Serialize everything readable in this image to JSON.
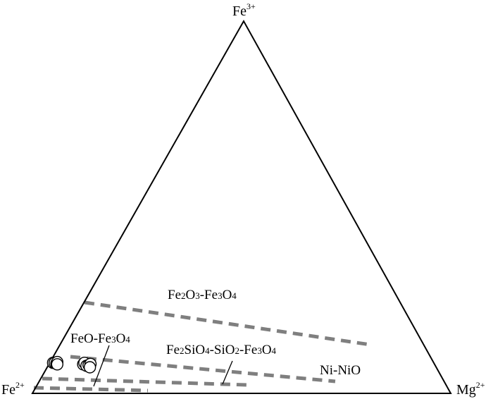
{
  "chart_data": {
    "type": "scatter",
    "diagram": "ternary",
    "title": "",
    "vertices": {
      "top": {
        "base": "Fe",
        "sup": "3+"
      },
      "left": {
        "base": "Fe",
        "sup": "2+"
      },
      "right": {
        "base": "Mg",
        "sup": "2+"
      }
    },
    "buffer_lines": [
      {
        "segments": [
          [
            "Fe",
            "2",
            false
          ],
          [
            "O",
            "3",
            false
          ],
          [
            "-Fe",
            "3",
            false
          ],
          [
            "O",
            "4",
            true
          ]
        ],
        "line": [
          [
            0.225,
            0.98
          ],
          [
            0.22,
            0.24
          ]
        ]
      },
      {
        "segments": [
          [
            "Fe",
            "2",
            false
          ],
          [
            "SiO",
            "4",
            false
          ],
          [
            "-SiO",
            "2",
            false
          ],
          [
            "-Fe",
            "3",
            false
          ],
          [
            "O",
            "4",
            true
          ]
        ],
        "line": [
          [
            0.035,
            0.98
          ],
          [
            0.085,
            0.53
          ]
        ]
      },
      {
        "segments": [
          [
            "Ni-NiO",
            "",
            false
          ]
        ],
        "line": [
          [
            0.04,
            0.96
          ],
          [
            0.07,
            0.48
          ]
        ]
      },
      {
        "segments": [
          [
            "FeO-Fe",
            "3",
            false
          ],
          [
            "O",
            "4",
            true
          ]
        ],
        "line": [
          [
            0.015,
            0.985
          ],
          [
            0.015,
            0.64
          ]
        ]
      }
    ],
    "points": [
      {
        "fe3": 0.082,
        "fe2": 0.91,
        "mg": 0.008
      },
      {
        "fe3": 0.082,
        "fe2": 0.906,
        "mg": 0.012
      },
      {
        "fe3": 0.08,
        "fe2": 0.903,
        "mg": 0.017
      },
      {
        "fe3": 0.084,
        "fe2": 0.899,
        "mg": 0.017
      },
      {
        "fe3": 0.078,
        "fe2": 0.902,
        "mg": 0.02
      },
      {
        "fe3": 0.078,
        "fe2": 0.84,
        "mg": 0.082
      },
      {
        "fe3": 0.082,
        "fe2": 0.835,
        "mg": 0.083
      },
      {
        "fe3": 0.074,
        "fe2": 0.834,
        "mg": 0.092
      },
      {
        "fe3": 0.076,
        "fe2": 0.828,
        "mg": 0.096
      },
      {
        "fe3": 0.079,
        "fe2": 0.822,
        "mg": 0.099
      },
      {
        "fe3": 0.07,
        "fe2": 0.828,
        "mg": 0.102
      }
    ]
  }
}
